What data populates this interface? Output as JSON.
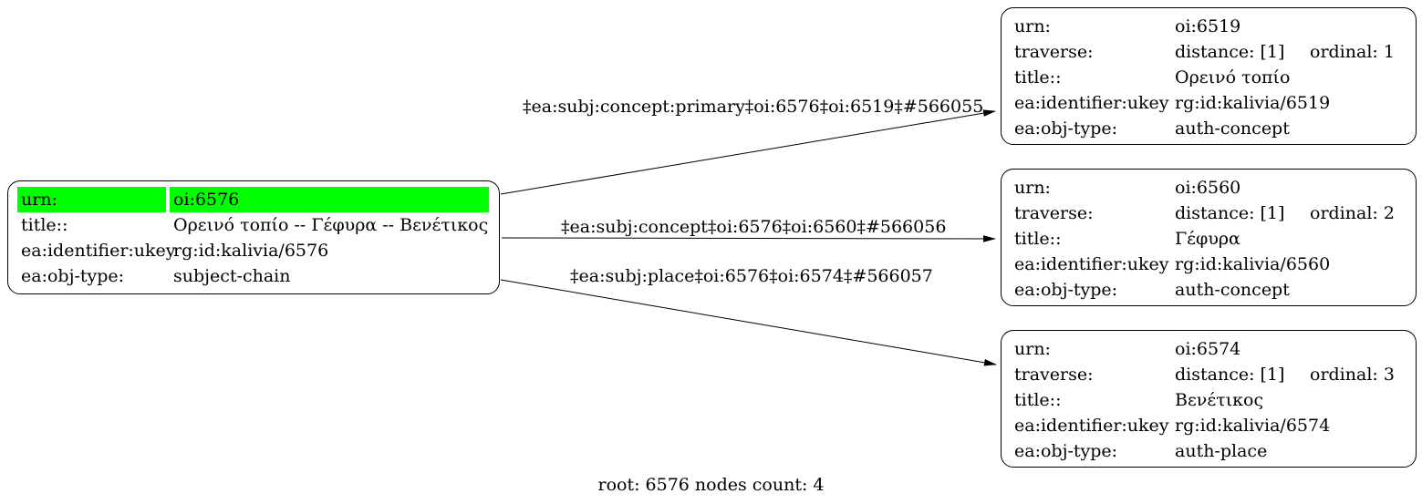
{
  "caption": "root: 6576 nodes count: 4",
  "highlight_color": "#00ff00",
  "root_node": {
    "rows": [
      {
        "label": "urn:",
        "value": "oi:6576"
      },
      {
        "label": "title::",
        "value": "Ορεινό τοπίο -- Γέφυρα -- Βενέτικος"
      },
      {
        "label": "ea:identifier:ukey",
        "value": "rg:id:kalivia/6576"
      },
      {
        "label": "ea:obj-type:",
        "value": "subject-chain"
      }
    ]
  },
  "nodes": [
    {
      "rows": [
        {
          "label": "urn:",
          "value": "oi:6519"
        },
        {
          "label": "traverse:",
          "distance": "distance: [1]",
          "ordinal": "ordinal: 1"
        },
        {
          "label": "title::",
          "value": "Ορεινό τοπίο"
        },
        {
          "label": "ea:identifier:ukey",
          "value": "rg:id:kalivia/6519"
        },
        {
          "label": "ea:obj-type:",
          "value": "auth-concept"
        }
      ]
    },
    {
      "rows": [
        {
          "label": "urn:",
          "value": "oi:6560"
        },
        {
          "label": "traverse:",
          "distance": "distance: [1]",
          "ordinal": "ordinal: 2"
        },
        {
          "label": "title::",
          "value": "Γέφυρα"
        },
        {
          "label": "ea:identifier:ukey",
          "value": "rg:id:kalivia/6560"
        },
        {
          "label": "ea:obj-type:",
          "value": "auth-concept"
        }
      ]
    },
    {
      "rows": [
        {
          "label": "urn:",
          "value": "oi:6574"
        },
        {
          "label": "traverse:",
          "distance": "distance: [1]",
          "ordinal": "ordinal: 3"
        },
        {
          "label": "title::",
          "value": "Βενέτικος"
        },
        {
          "label": "ea:identifier:ukey",
          "value": "rg:id:kalivia/6574"
        },
        {
          "label": "ea:obj-type:",
          "value": "auth-place"
        }
      ]
    }
  ],
  "edges": [
    {
      "label": "‡ea:subj:concept:primary‡oi:6576‡oi:6519‡#566055"
    },
    {
      "label": "‡ea:subj:concept‡oi:6576‡oi:6560‡#566056"
    },
    {
      "label": "‡ea:subj:place‡oi:6576‡oi:6574‡#566057"
    }
  ]
}
